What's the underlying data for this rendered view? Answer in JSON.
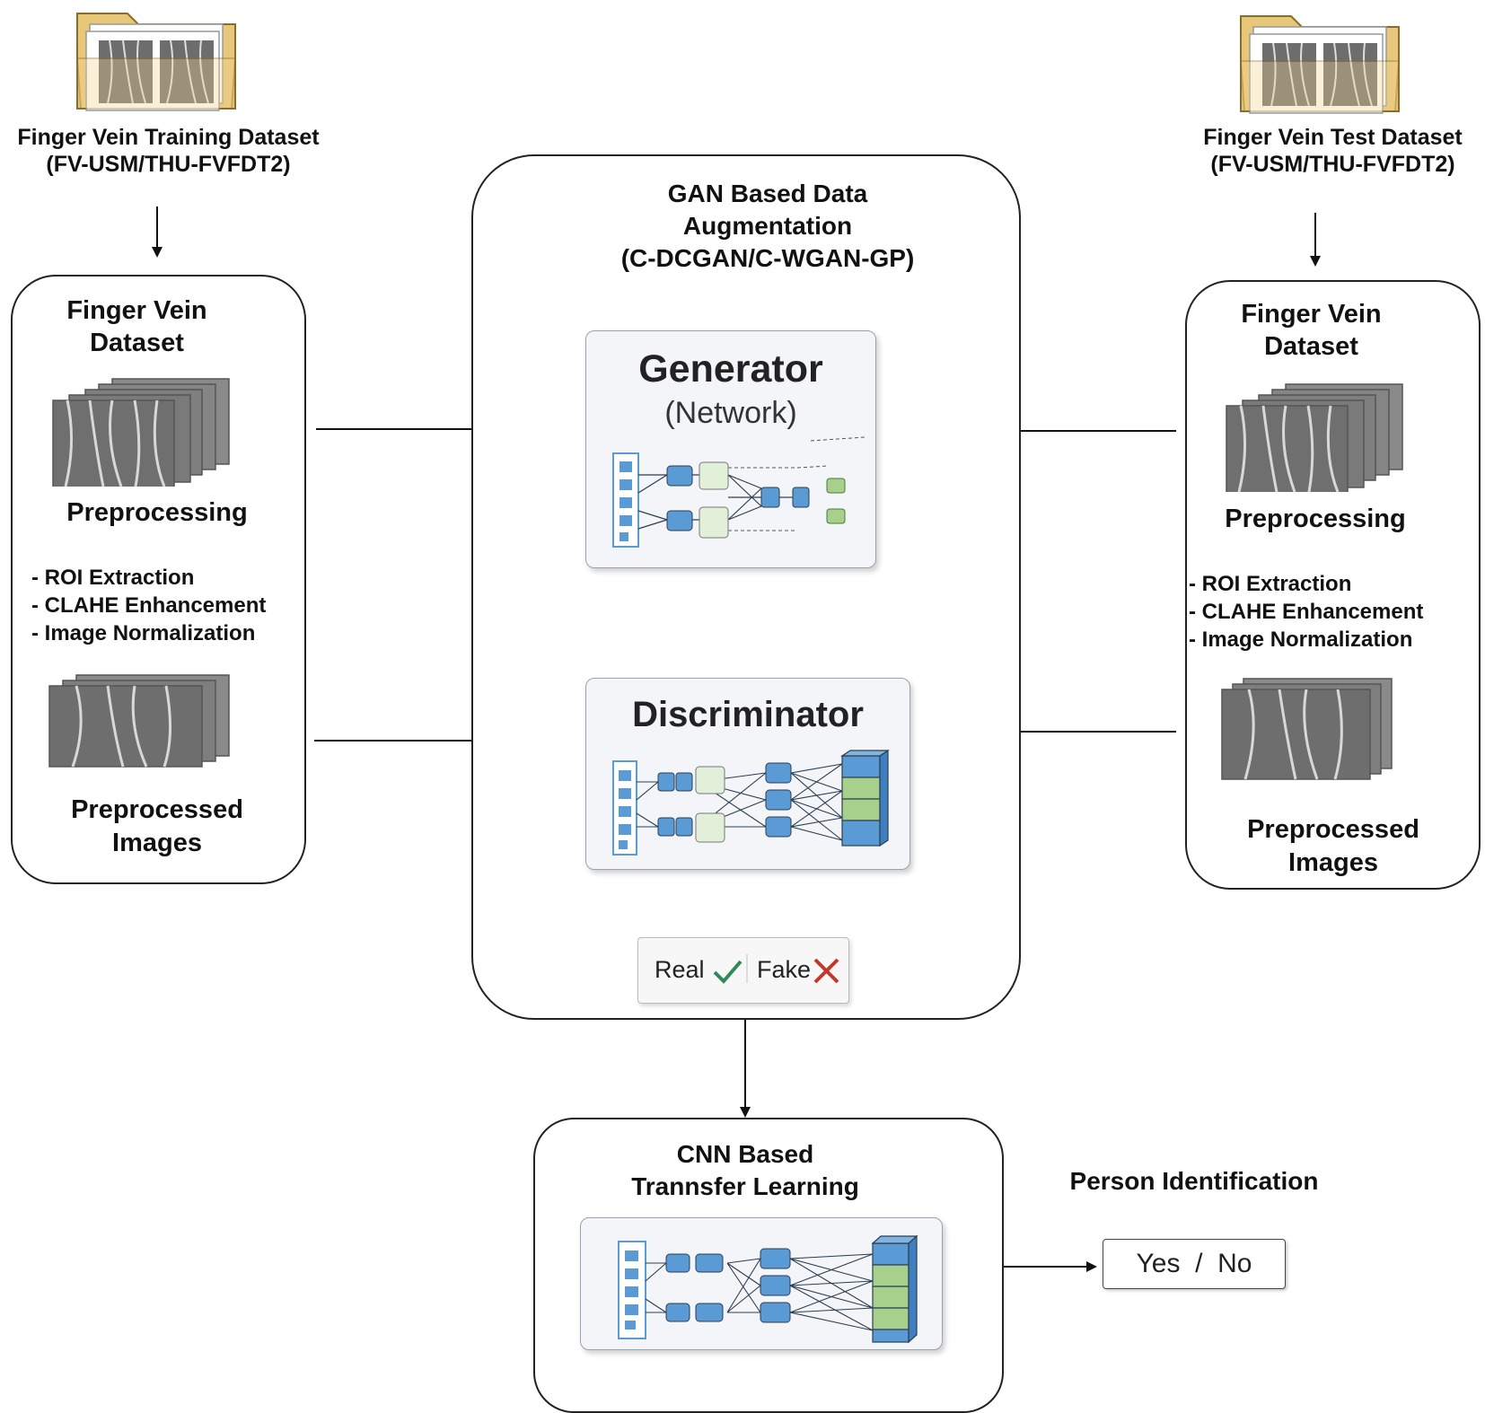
{
  "train": {
    "dataset_title_line1": "Finger Vein Training Dataset",
    "dataset_title_line2": "(FV-USM/THU-FVFDT2)",
    "box_title_line1": "Finger Vein",
    "box_title_line2": "Dataset",
    "preprocessing": "Preprocessing",
    "steps": [
      "- ROI Extraction",
      "- CLAHE Enhancement",
      "- Image Normalization"
    ],
    "preprocessed_line1": "Preprocessed",
    "preprocessed_line2": "Images"
  },
  "test": {
    "dataset_title_line1": "Finger Vein Test Dataset",
    "dataset_title_line2": "(FV-USM/THU-FVFDT2)",
    "box_title_line1": "Finger Vein",
    "box_title_line2": "Dataset",
    "preprocessing": "Preprocessing",
    "steps": [
      "- ROI Extraction",
      "- CLAHE Enhancement",
      "- Image Normalization"
    ],
    "preprocessed_line1": "Preprocessed",
    "preprocessed_line2": "Images"
  },
  "gan": {
    "title_line1": "GAN Based Data",
    "title_line2": "Augmentation",
    "title_line3": "(C-DCGAN/C-WGAN-GP)",
    "generator": "Generator",
    "generator_sub": "(Network)",
    "discriminator": "Discriminator",
    "real": "Real",
    "fake": "Fake"
  },
  "cnn": {
    "title_line1": "CNN Based",
    "title_line2": "Trannsfer Learning"
  },
  "output": {
    "label": "Person Identification",
    "result": "Yes  /  No"
  },
  "colors": {
    "node_blue": "#5b9bd5",
    "node_green": "#a8d08d",
    "node_pale": "#e2efd9",
    "check": "#2e8b57",
    "cross": "#c0392b"
  }
}
